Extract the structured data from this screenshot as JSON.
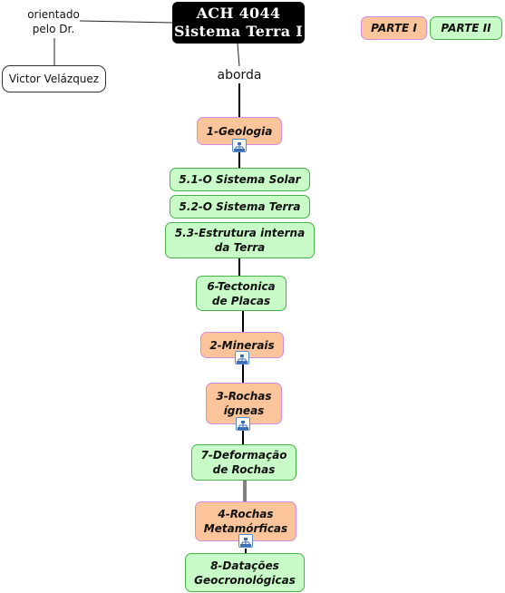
{
  "map": {
    "title": "ACH 4044\nSistema Terra I",
    "connector_oriented": "orientado\npelo Dr.",
    "author": "Victor Velázquez",
    "link_label": "aborda"
  },
  "legend": {
    "parte1": "PARTE I",
    "parte2": "PARTE II"
  },
  "concepts": [
    {
      "label": "1-Geologia",
      "part": "PARTE I"
    },
    {
      "label": "5.1-O Sistema Solar",
      "part": "PARTE II"
    },
    {
      "label": "5.2-O Sistema Terra",
      "part": "PARTE II"
    },
    {
      "label": "5.3-Estrutura interna\nda Terra",
      "part": "PARTE II"
    },
    {
      "label": "6-Tectonica\nde Placas",
      "part": "PARTE II"
    },
    {
      "label": "2-Minerais",
      "part": "PARTE I"
    },
    {
      "label": "3-Rochas\nígneas",
      "part": "PARTE I"
    },
    {
      "label": "7-Deformação\nde Rochas",
      "part": "PARTE II"
    },
    {
      "label": "4-Rochas\nMetamórficas",
      "part": "PARTE I"
    },
    {
      "label": "8-Datações\nGeocronológicas",
      "part": "PARTE II"
    }
  ],
  "colors": {
    "parte1_fill": "#fbc49a",
    "parte2_fill": "#c9fbc9",
    "title_fill": "#000000"
  },
  "icons": {
    "submap": "submap-icon"
  }
}
